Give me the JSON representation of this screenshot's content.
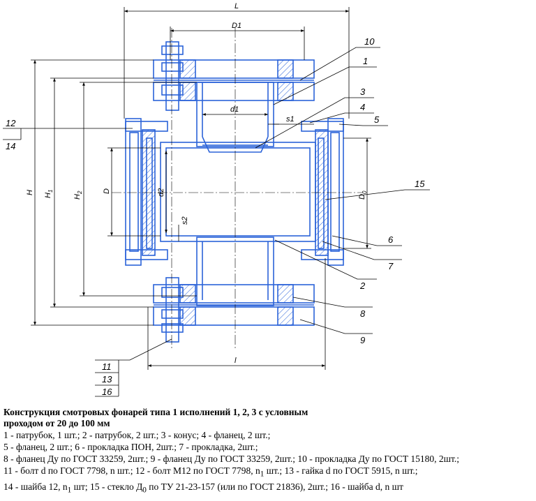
{
  "drawing": {
    "colors": {
      "part": "#2b63d9",
      "line": "#000000",
      "hatch": "#2b63d9"
    },
    "dims": {
      "L": "L",
      "D1": "D1",
      "d1": "d1",
      "s1": "s1",
      "D": "D",
      "d2": "d2",
      "s2": "s2",
      "H": "H",
      "H1": "H",
      "H1_sub": "1",
      "H2": "H",
      "H2_sub": "2",
      "D0": "D",
      "D0_sub": "0",
      "l": "l"
    },
    "callouts": {
      "c10": "10",
      "c1": "1",
      "c3": "3",
      "c4": "4",
      "c5": "5",
      "c12": "12",
      "c14": "14",
      "c15": "15",
      "c6": "6",
      "c7": "7",
      "c2": "2",
      "c8": "8",
      "c9": "9",
      "c11": "11",
      "c13": "13",
      "c16": "16"
    }
  },
  "caption": {
    "title1": "Конструкция смотровых фонарей типа 1 исполнений 1, 2, 3 с условным",
    "title2": "проходом от 20 до 100 мм",
    "line1": "1 - патрубок, 1 шт.; 2 - патрубок, 2 шт.; 3 - конус; 4 - фланец, 2 шт.;",
    "line2": "5 - фланец, 2 шт.; 6 - прокладка ПОН, 2шт.; 7 - прокладка, 2шт.;",
    "line3": "8 - фланец Ду по ГОСТ 33259, 2шт.; 9 - фланец Ду по ГОСТ 33259, 2шт.; 10 - прокладка Ду по ГОСТ 15180, 2шт.;",
    "line4a": "11 - болт d по ГОСТ 7798, n шт.; 12 - болт М12 по ГОСТ 7798, n",
    "line4sub": "1",
    "line4b": " шт.; 13 - гайка d по ГОСТ 5915, n шт.;",
    "line5a": "14 - шайба 12, n",
    "line5sub1": "1",
    "line5b": " шт; 15 - стекло Д",
    "line5sub2": "0",
    "line5c": " по ТУ 21-23-157 (или по ГОСТ 21836), 2шт.; 16 - шайба d, n шт"
  }
}
